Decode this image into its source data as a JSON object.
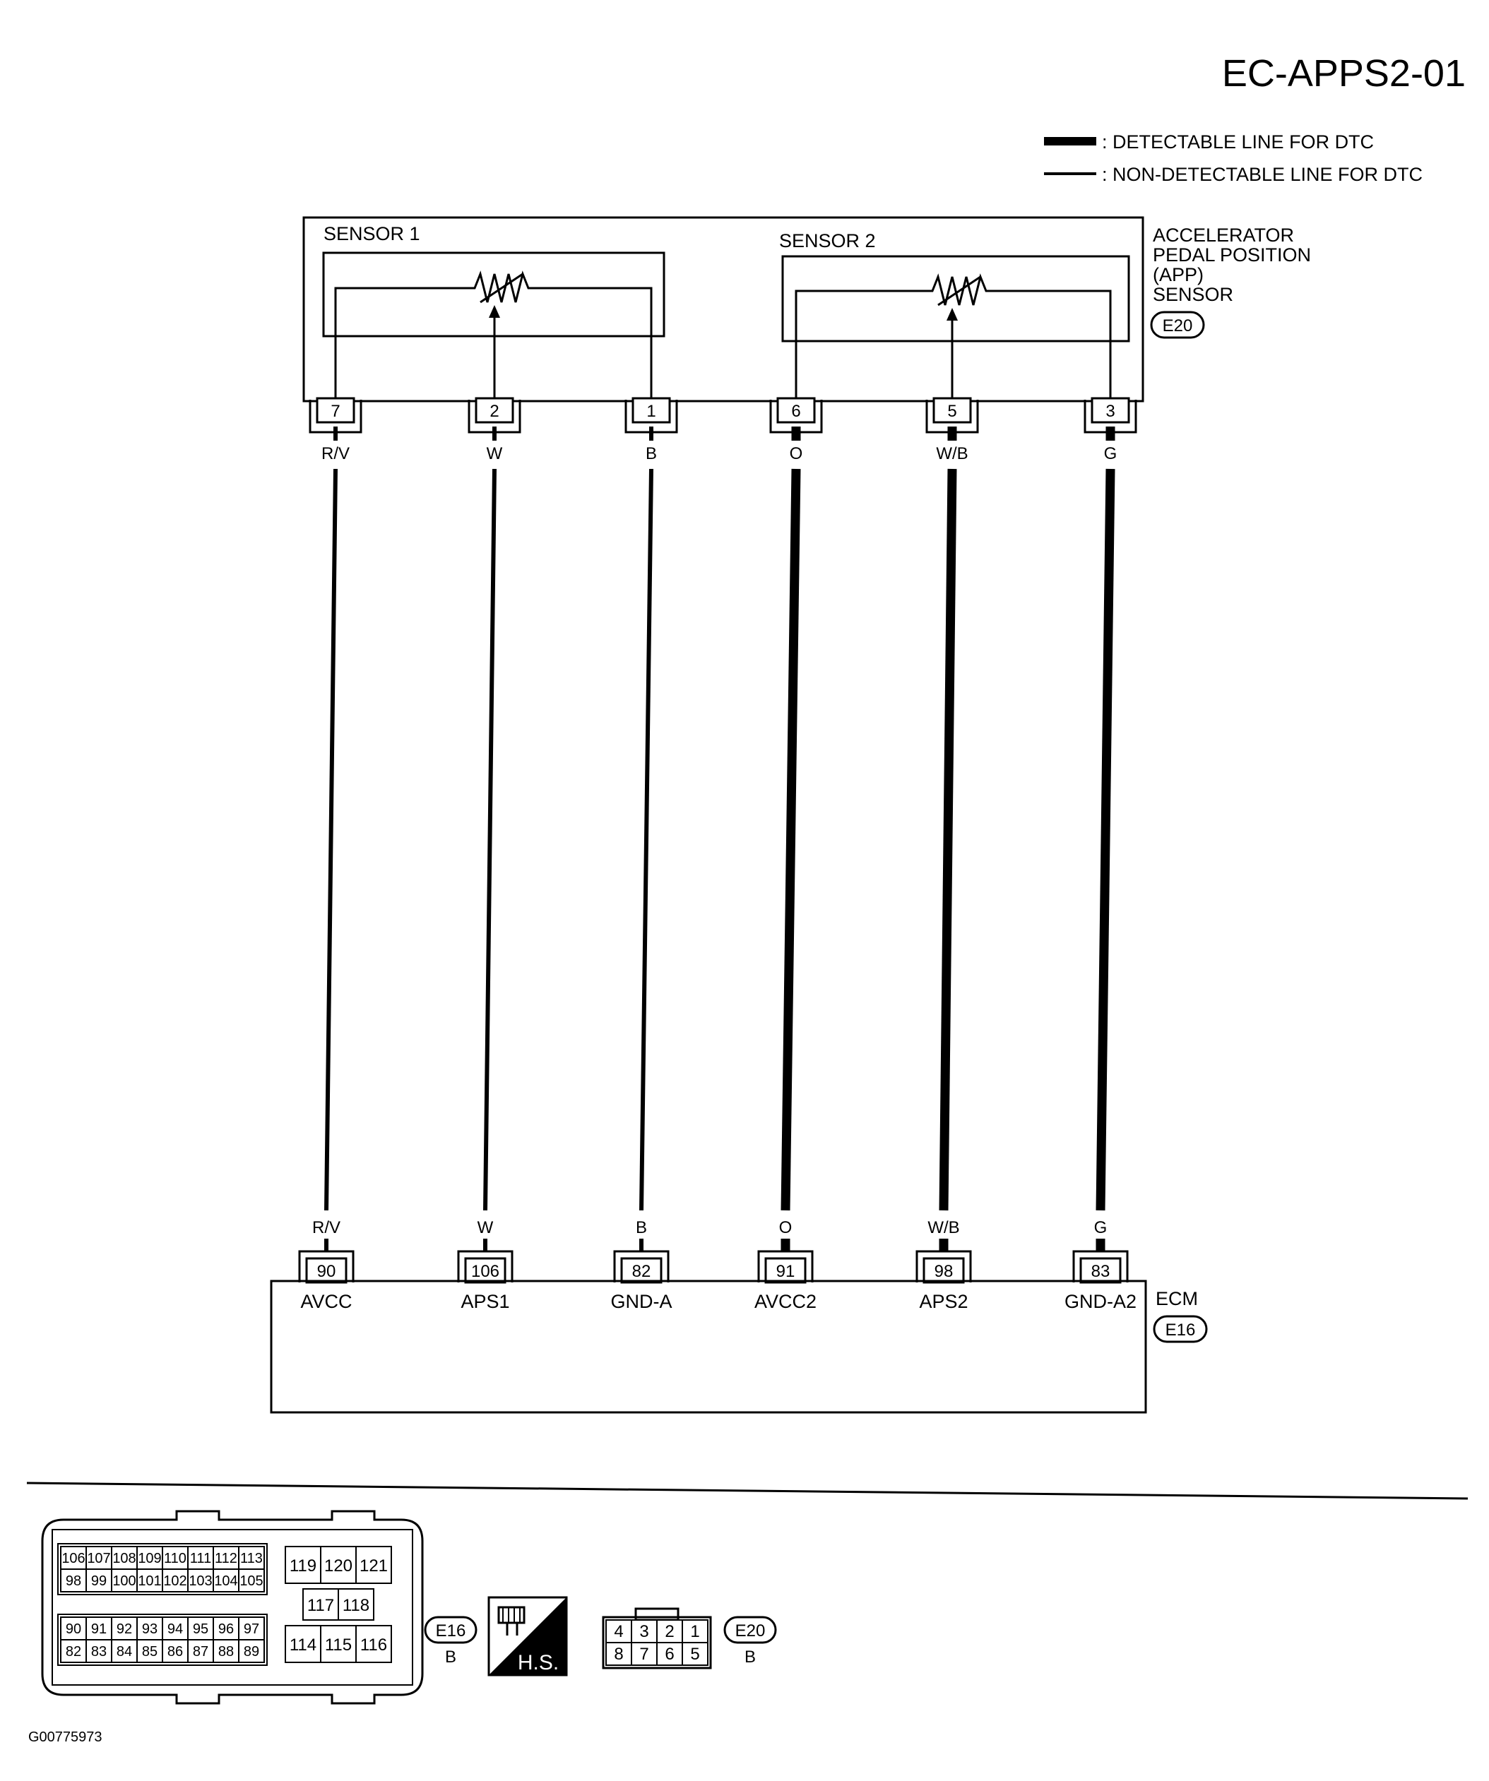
{
  "page_title": "EC-APPS2-01",
  "legend": {
    "detectable": ": DETECTABLE LINE FOR DTC",
    "non_detectable": ": NON-DETECTABLE LINE FOR DTC"
  },
  "sensor_component": {
    "name_lines": [
      "ACCELERATOR",
      "PEDAL POSITION",
      "(APP)",
      "SENSOR"
    ],
    "connector": "E20",
    "sensor1_label": "SENSOR 1",
    "sensor2_label": "SENSOR 2"
  },
  "ecm_component": {
    "name": "ECM",
    "connector": "E16"
  },
  "wires": [
    {
      "sensor_pin": "7",
      "color": "R/V",
      "ecm_pin": "90",
      "ecm_terminal": "AVCC",
      "detectable": false
    },
    {
      "sensor_pin": "2",
      "color": "W",
      "ecm_pin": "106",
      "ecm_terminal": "APS1",
      "detectable": false
    },
    {
      "sensor_pin": "1",
      "color": "B",
      "ecm_pin": "82",
      "ecm_terminal": "GND-A",
      "detectable": false
    },
    {
      "sensor_pin": "6",
      "color": "O",
      "ecm_pin": "91",
      "ecm_terminal": "AVCC2",
      "detectable": true
    },
    {
      "sensor_pin": "5",
      "color": "W/B",
      "ecm_pin": "98",
      "ecm_terminal": "APS2",
      "detectable": true
    },
    {
      "sensor_pin": "3",
      "color": "G",
      "ecm_pin": "83",
      "ecm_terminal": "GND-A2",
      "detectable": true
    }
  ],
  "connector_views": {
    "e16": {
      "id": "E16",
      "color": "B",
      "left_rows": [
        [
          "106",
          "107",
          "108",
          "109",
          "110",
          "111",
          "112",
          "113"
        ],
        [
          "98",
          "99",
          "100",
          "101",
          "102",
          "103",
          "104",
          "105"
        ],
        [
          "90",
          "91",
          "92",
          "93",
          "94",
          "95",
          "96",
          "97"
        ],
        [
          "82",
          "83",
          "84",
          "85",
          "86",
          "87",
          "88",
          "89"
        ]
      ],
      "right_top": [
        "119",
        "120",
        "121"
      ],
      "right_mid": [
        "117",
        "118"
      ],
      "right_bottom": [
        "114",
        "115",
        "116"
      ]
    },
    "hs_badge": "H.S.",
    "e20": {
      "id": "E20",
      "color": "B",
      "rows": [
        [
          "4",
          "3",
          "2",
          "1"
        ],
        [
          "8",
          "7",
          "6",
          "5"
        ]
      ]
    }
  },
  "figure_code": "G00775973"
}
